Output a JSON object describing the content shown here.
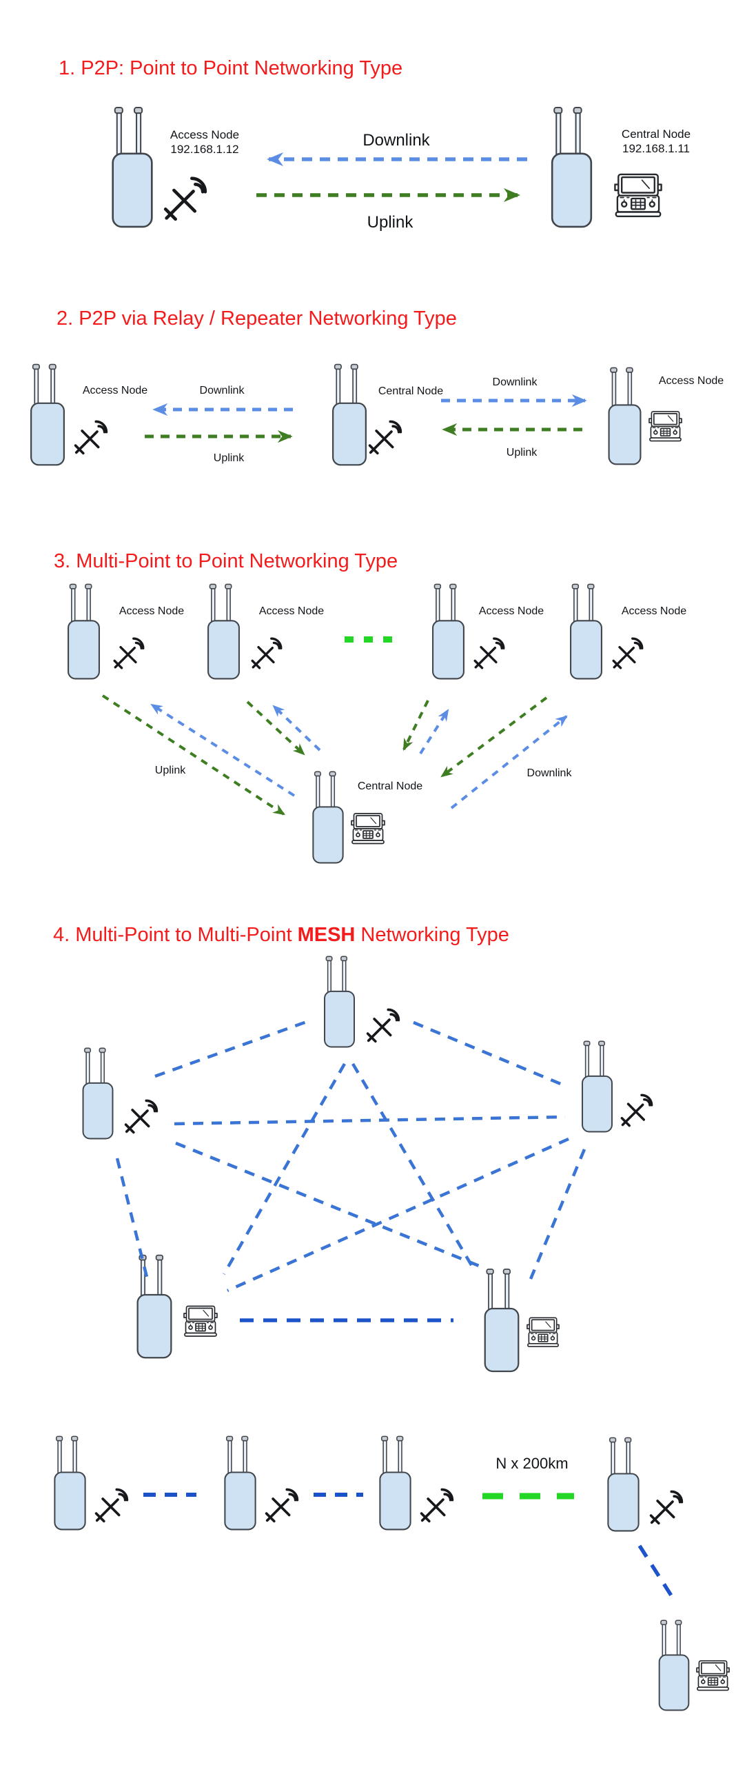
{
  "s1": {
    "title": "1. P2P: Point to Point Networking Type",
    "access_label": "Access Node",
    "access_ip": "192.168.1.12",
    "central_label": "Central Node",
    "central_ip": "192.168.1.11",
    "downlink": "Downlink",
    "uplink": "Uplink"
  },
  "s2": {
    "title": "2. P2P via Relay / Repeater Networking Type",
    "access_left": "Access Node",
    "central": "Central Node",
    "access_right": "Access Node",
    "downlink_left": "Downlink",
    "uplink_left": "Uplink",
    "downlink_right": "Downlink",
    "uplink_right": "Uplink"
  },
  "s3": {
    "title": "3. Multi-Point to Point Networking Type",
    "access_labels": [
      "Access Node",
      "Access Node",
      "Access Node",
      "Access Node"
    ],
    "central": "Central Node",
    "uplink": "Uplink",
    "downlink": "Downlink"
  },
  "s4": {
    "title_prefix": "4. Multi-Point to Multi-Point ",
    "title_bold": "MESH",
    "title_suffix": " Networking Type"
  },
  "s5": {
    "distance": "N x 200km"
  },
  "colors": {
    "title_red": "#f31b1b",
    "link_blue": "#5c8de4",
    "link_green": "#3e7d21",
    "mesh_blue": "#3a74d4",
    "mesh_dark": "#1d53c9",
    "bright_green": "#24d626",
    "device_fill": "#cfe2f3",
    "device_stroke": "#41464c"
  }
}
